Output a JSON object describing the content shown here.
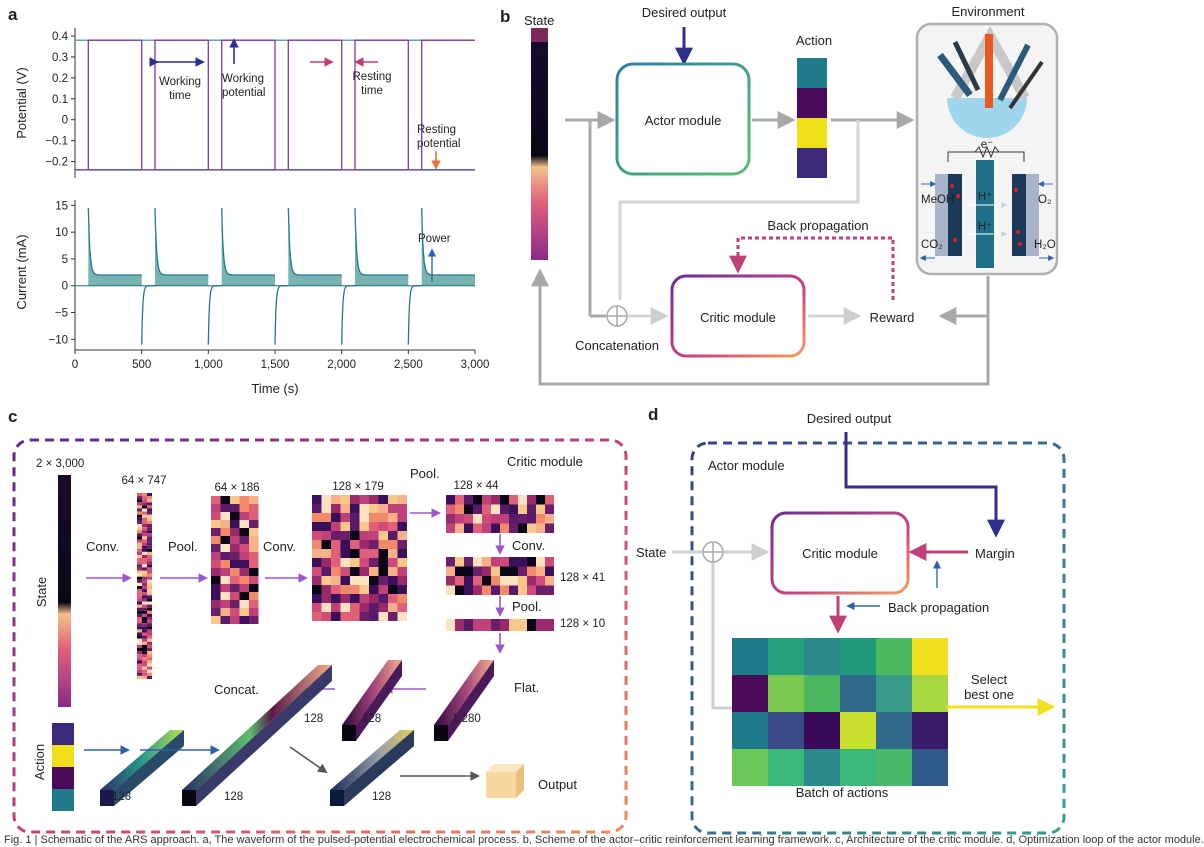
{
  "panels": {
    "a": "a",
    "b": "b",
    "c": "c",
    "d": "d"
  },
  "chart_data": [
    {
      "type": "line",
      "title": "",
      "xlabel": "",
      "ylabel": "Potential (V)",
      "xlim": [
        0,
        3000
      ],
      "ylim": [
        -0.25,
        0.4
      ],
      "yticks": [
        "0.4",
        "0.3",
        "0.2",
        "0.1",
        "0",
        "−0.1",
        "−0.2"
      ],
      "series": [
        {
          "values_description": "square wave",
          "x": [
            0,
            100,
            100,
            500,
            500,
            600,
            600,
            1000,
            1000,
            1100,
            1100,
            1500,
            1500,
            1600,
            1600,
            2000,
            2000,
            2100,
            2100,
            2500,
            2500,
            2600,
            2600,
            3000
          ],
          "y": [
            -0.24,
            -0.24,
            0.38,
            0.38,
            -0.24,
            -0.24,
            0.38,
            0.38,
            -0.24,
            -0.24,
            0.38,
            0.38,
            -0.24,
            -0.24,
            0.38,
            0.38,
            -0.24,
            -0.24,
            0.38,
            0.38,
            -0.24,
            -0.24,
            0.38,
            0.38
          ]
        }
      ],
      "annotations": {
        "working_time": "Working time",
        "working_potential": "Working potential",
        "resting_time": "Resting time",
        "resting_potential": "Resting potential"
      }
    },
    {
      "type": "area",
      "title": "",
      "xlabel": "Time (s)",
      "ylabel": "Current (mA)",
      "xlim": [
        0,
        3000
      ],
      "ylim": [
        -12,
        16
      ],
      "xticks": [
        "0",
        "500",
        "1,000",
        "1,500",
        "2,000",
        "2,500",
        "3,000"
      ],
      "yticks": [
        "15",
        "10",
        "5",
        "0",
        "−5",
        "−10"
      ],
      "working_start_times": [
        100,
        600,
        1100,
        1600,
        2100,
        2600
      ],
      "resting_start_times": [
        500,
        1000,
        1500,
        2000,
        2500
      ],
      "spike_peak": 14.5,
      "plateau": 2.0,
      "negative_spike": -11.0,
      "annotations": {
        "power": "Power"
      }
    }
  ],
  "b": {
    "state": "State",
    "desired_output": "Desired output",
    "actor": "Actor module",
    "action": "Action",
    "environment": "Environment",
    "back_propagation": "Back propagation",
    "critic": "Critic module",
    "reward": "Reward",
    "concatenation": "Concatenation",
    "cell": {
      "electron": "e⁻",
      "meoh": "MeOH",
      "o2": "O₂",
      "co2": "CO₂",
      "h2o": "H₂O",
      "h1": "H⁺",
      "h2": "H⁺"
    }
  },
  "c": {
    "critic_module": "Critic module",
    "state": "State",
    "action": "Action",
    "dims": {
      "d0": "2 × 3,000",
      "d1": "64 × 747",
      "d2": "64 × 186",
      "d3": "128 × 179",
      "d4": "128 × 44",
      "d5": "128 × 41",
      "d6": "128 × 10"
    },
    "ops": {
      "conv1": "Conv.",
      "pool1": "Pool.",
      "conv2": "Conv.",
      "pool2": "Pool.",
      "conv3": "Conv.",
      "pool3": "Pool.",
      "flat": "Flat.",
      "concat": "Concat."
    },
    "sizes": {
      "s1280": "1,280",
      "s128a": "128",
      "s128b": "128",
      "s128c": "128",
      "s128d": "128",
      "s128e": "128"
    },
    "output": "Output"
  },
  "d": {
    "desired_output": "Desired output",
    "actor_module": "Actor module",
    "state": "State",
    "critic": "Critic module",
    "margin": "Margin",
    "back_propagation": "Back propagation",
    "select1": "Select",
    "select2": "best one",
    "batch": "Batch of actions"
  },
  "caption": "Fig. 1 | Schematic of the ARS approach. a, The waveform of the pulsed-potential electrochemical process. b, Scheme of the actor–critic reinforcement learning framework. c, Architecture of the critic module. d, Optimization loop of the actor module."
}
